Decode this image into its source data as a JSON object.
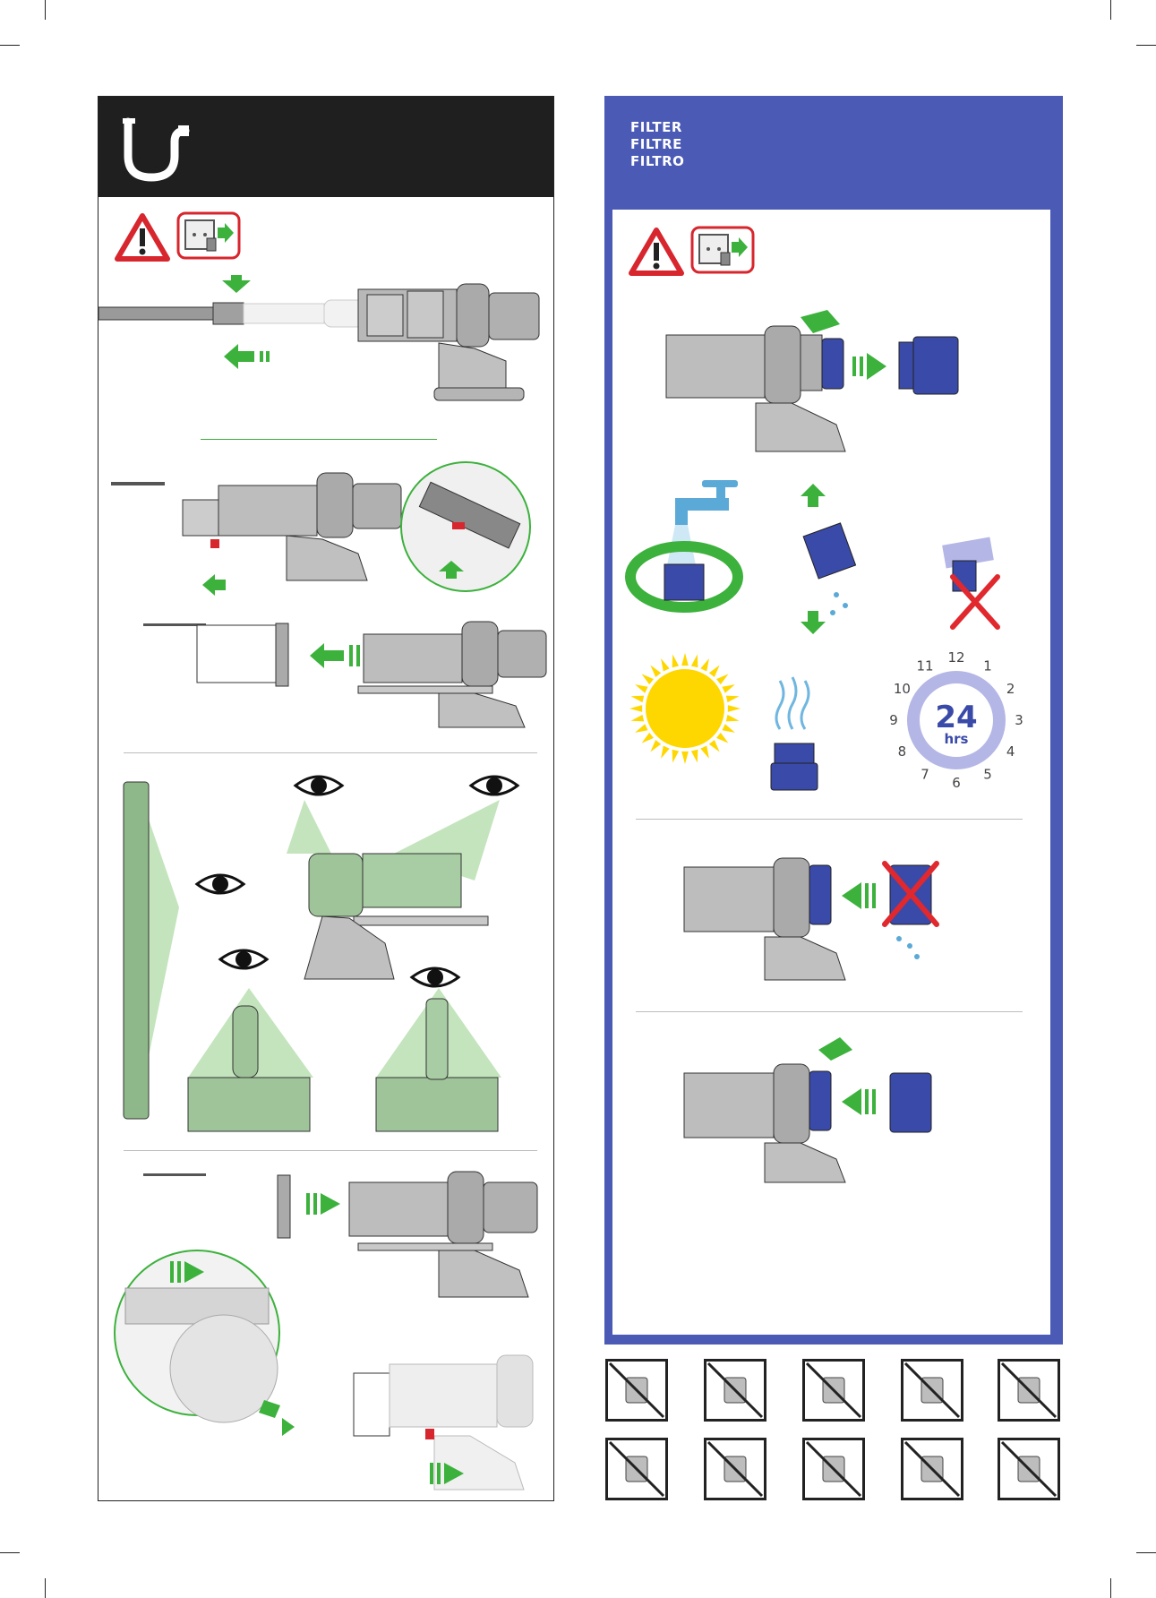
{
  "filter_section": {
    "title_en": "FILTER",
    "title_fr": "FILTRE",
    "title_es": "FILTRO"
  },
  "clock": {
    "numbers": [
      "12",
      "1",
      "2",
      "3",
      "4",
      "5",
      "6",
      "7",
      "8",
      "9",
      "10",
      "11"
    ],
    "duration": "24",
    "unit": "hrs"
  },
  "colors": {
    "accent_green": "#3cb13c",
    "filter_blue": "#3a4aa8",
    "panel_blue": "#4a5ab5",
    "warning_red": "#d7262d",
    "highlight_green": "#a9d8a0"
  },
  "icons": {
    "brand": "dyson-pipe-logo",
    "warning": "warning-triangle-icon",
    "unplug": "unplug-icon",
    "eye": "eye-icon",
    "sun": "sun-icon",
    "tap": "water-tap-icon",
    "no_go": "red-x-icon"
  },
  "prohibited_items": [
    "no-tap-wash-icon",
    "no-running-water-icon",
    "no-brush-icon",
    "no-oven-icon",
    "no-tumble-dryer-icon",
    "no-washing-machine-icon",
    "no-microwave-icon",
    "no-dishwasher-icon",
    "no-open-flame-icon",
    "no-spray-icon"
  ]
}
